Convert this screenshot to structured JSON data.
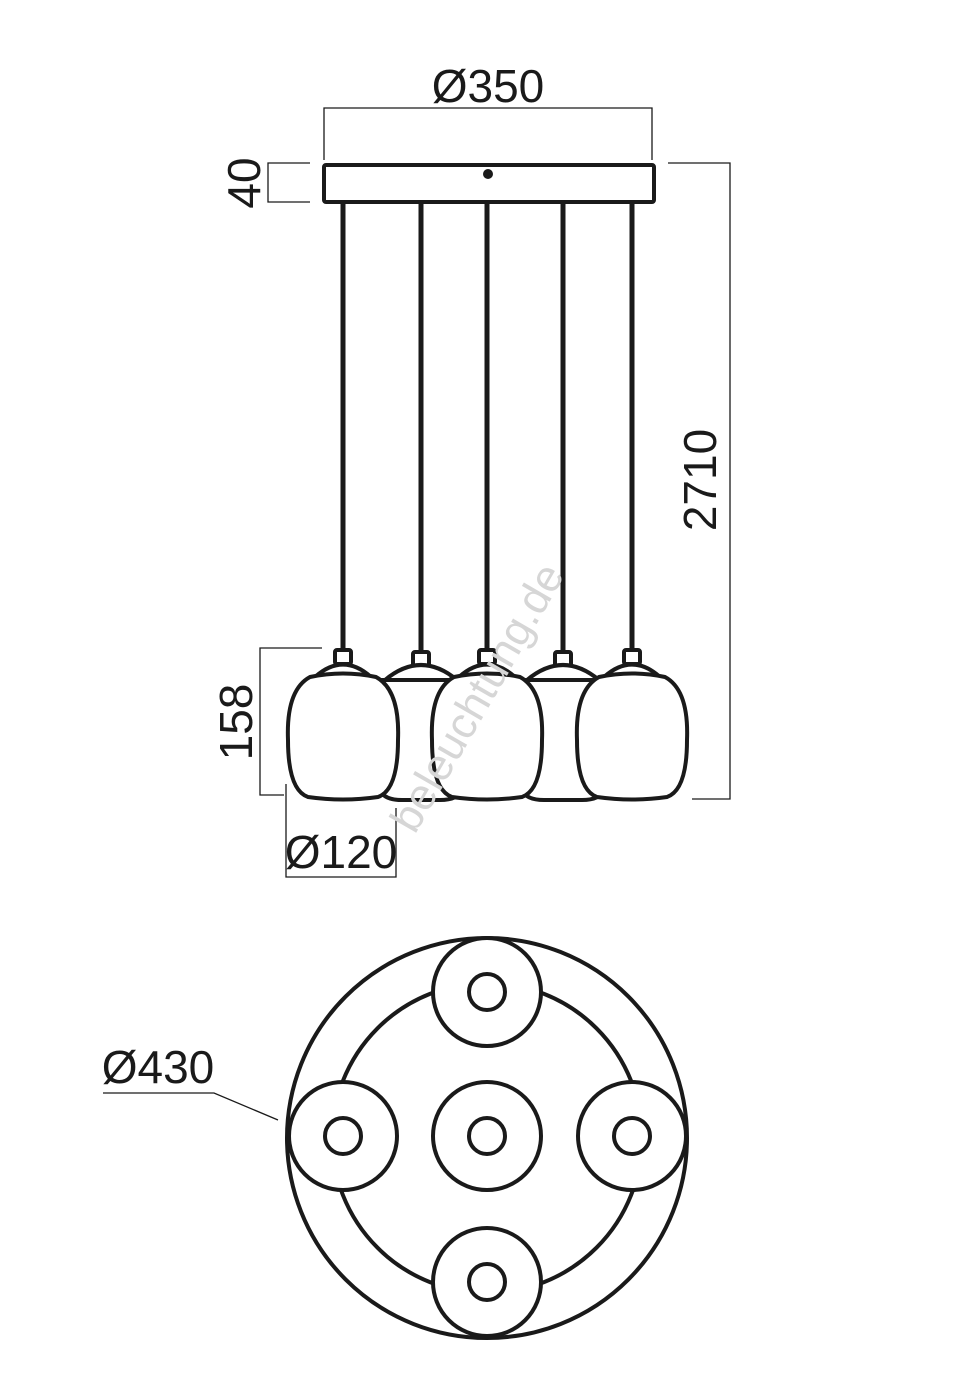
{
  "dimensions": {
    "canopy_diameter": "Ø350",
    "canopy_height": "40",
    "total_height": "2710",
    "shade_height": "158",
    "shade_diameter": "Ø120",
    "base_diameter": "Ø430"
  },
  "watermark": "beleuchtung.de",
  "colors": {
    "line": "#1a1a1a",
    "watermark": "#d6d6d6"
  }
}
